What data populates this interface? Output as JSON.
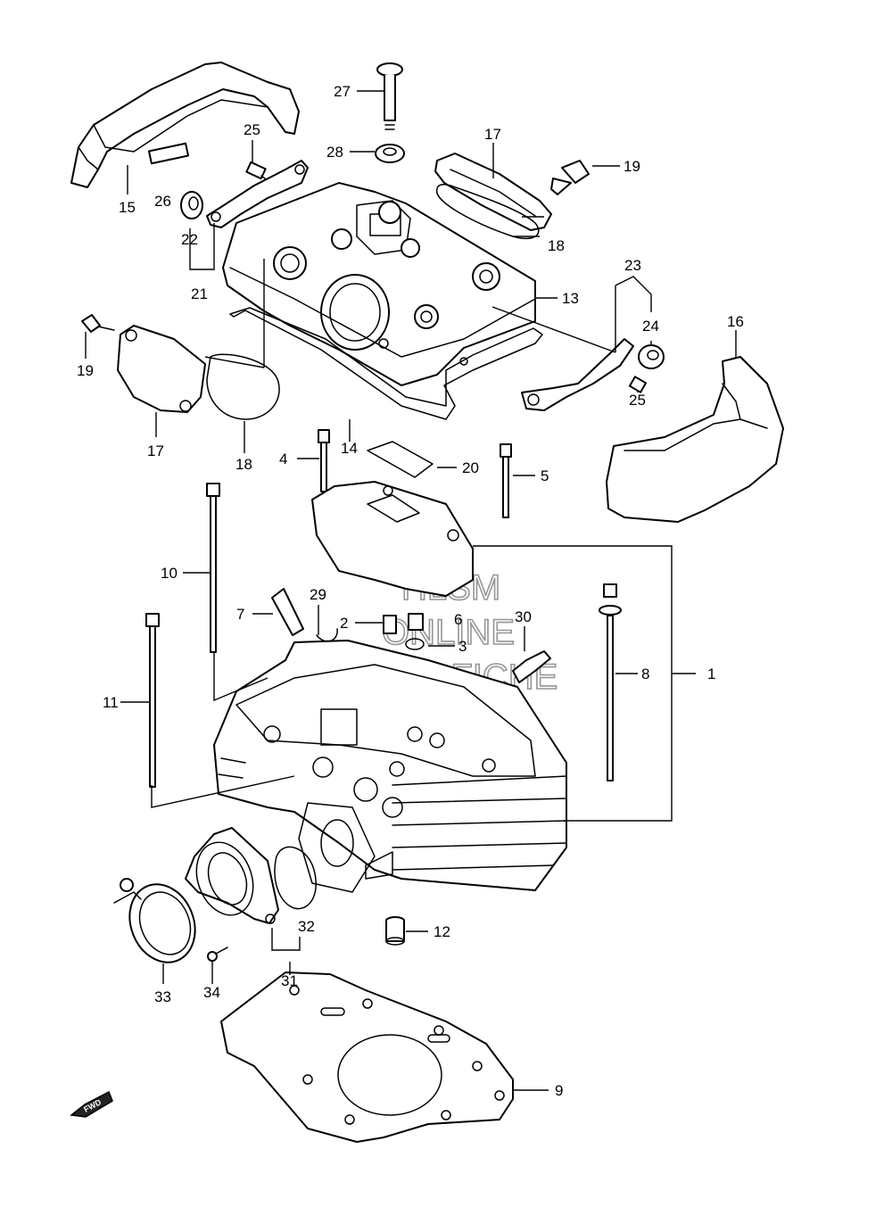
{
  "diagram": {
    "callouts": [
      {
        "id": "c27",
        "label": "27"
      },
      {
        "id": "c28",
        "label": "28"
      },
      {
        "id": "c25a",
        "label": "25"
      },
      {
        "id": "c17a",
        "label": "17"
      },
      {
        "id": "c19a",
        "label": "19"
      },
      {
        "id": "c15",
        "label": "15"
      },
      {
        "id": "c26",
        "label": "26"
      },
      {
        "id": "c22",
        "label": "22"
      },
      {
        "id": "c18a",
        "label": "18"
      },
      {
        "id": "c21",
        "label": "21"
      },
      {
        "id": "c13",
        "label": "13"
      },
      {
        "id": "c23",
        "label": "23"
      },
      {
        "id": "c16",
        "label": "16"
      },
      {
        "id": "c24",
        "label": "24"
      },
      {
        "id": "c19b",
        "label": "19"
      },
      {
        "id": "c25b",
        "label": "25"
      },
      {
        "id": "c17b",
        "label": "17"
      },
      {
        "id": "c18b",
        "label": "18"
      },
      {
        "id": "c14",
        "label": "14"
      },
      {
        "id": "c4",
        "label": "4"
      },
      {
        "id": "c20",
        "label": "20"
      },
      {
        "id": "c5",
        "label": "5"
      },
      {
        "id": "c10",
        "label": "10"
      },
      {
        "id": "c29",
        "label": "29"
      },
      {
        "id": "c7",
        "label": "7"
      },
      {
        "id": "c2",
        "label": "2"
      },
      {
        "id": "c6",
        "label": "6"
      },
      {
        "id": "c30",
        "label": "30"
      },
      {
        "id": "c3",
        "label": "3"
      },
      {
        "id": "c8",
        "label": "8"
      },
      {
        "id": "c1",
        "label": "1"
      },
      {
        "id": "c11",
        "label": "11"
      },
      {
        "id": "c32",
        "label": "32"
      },
      {
        "id": "c12",
        "label": "12"
      },
      {
        "id": "c31",
        "label": "31"
      },
      {
        "id": "c33",
        "label": "33"
      },
      {
        "id": "c34",
        "label": "34"
      },
      {
        "id": "c9",
        "label": "9"
      }
    ],
    "watermark": {
      "line1": "HLSM",
      "line2": "ONLINE",
      "line3": "MICROFICHE"
    },
    "fwd_badge": "FWD"
  }
}
